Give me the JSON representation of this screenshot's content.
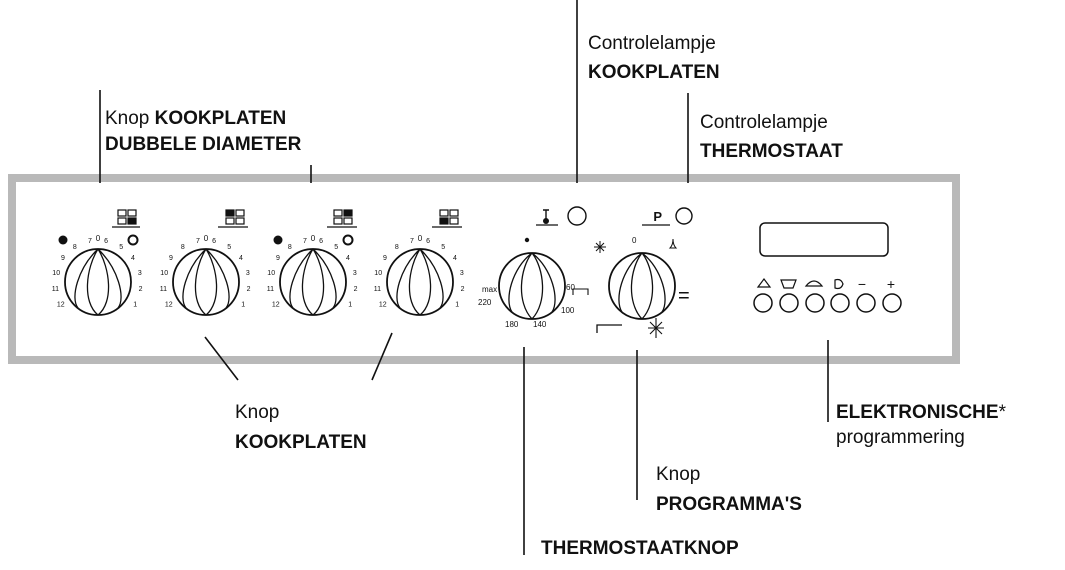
{
  "labels": {
    "double_knob": {
      "prefix": "Knop",
      "title": "KOOKPLATEN",
      "line2": "DUBBELE DIAMETER"
    },
    "lamp_hob": {
      "prefix": "Controlelampje",
      "title": "KOOKPLATEN"
    },
    "lamp_thermo": {
      "prefix": "Controlelampje",
      "title": "THERMOSTAAT"
    },
    "hob_knob": {
      "prefix": "Knop",
      "title": "KOOKPLATEN"
    },
    "electronic": {
      "title": "ELEKTRONISCHE",
      "star": "*",
      "line2": "programmering"
    },
    "program_knob": {
      "prefix": "Knop",
      "title": "PROGRAMMA'S"
    },
    "thermostat_knob": {
      "title": "THERMOSTAATKNOP"
    }
  },
  "dial_top": "0",
  "dial_numbers": [
    "12",
    "11",
    "10",
    "9",
    "8",
    "7",
    "6",
    "5",
    "4",
    "3",
    "2",
    "1"
  ],
  "thermo_scale": [
    "max",
    "220",
    "180",
    "140",
    "100",
    "60"
  ],
  "thermo_lamp_letter": "P",
  "program_symbols": [
    "=",
    "0"
  ],
  "programmer_buttons": [
    "−",
    "+"
  ],
  "colors": {
    "panel_border": "#b9b9b9",
    "ink": "#111111"
  }
}
